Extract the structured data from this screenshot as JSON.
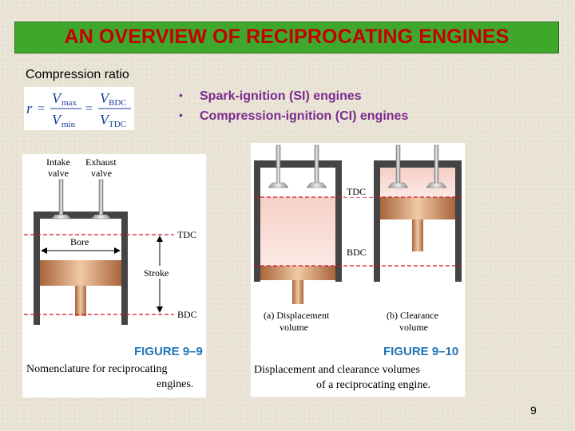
{
  "slide": {
    "title": "AN OVERVIEW OF RECIPROCATING ENGINES",
    "subhead": "Compression ratio",
    "page_number": "9",
    "colors": {
      "title_bg": "#3fa82c",
      "title_text": "#c40000",
      "bullet_text": "#7d2a8e"
    }
  },
  "formula": {
    "lhs": "r",
    "eq": "=",
    "v": "V",
    "sub_max": "max",
    "sub_min": "min",
    "sub_bdc": "BDC",
    "sub_tdc": "TDC"
  },
  "bullets": [
    "Spark-ignition (SI) engines",
    "Compression-ignition (CI) engines"
  ],
  "figure1": {
    "intake_line1": "Intake",
    "intake_line2": "valve",
    "exhaust_line1": "Exhaust",
    "exhaust_line2": "valve",
    "tdc": "TDC",
    "bore": "Bore",
    "stroke": "Stroke",
    "bdc": "BDC",
    "caption_num": "FIGURE 9–9",
    "caption_line1": "Nomenclature for reciprocating",
    "caption_line2": "engines."
  },
  "figure2": {
    "tdc": "TDC",
    "bdc": "BDC",
    "label_a_line1": "(a) Displacement",
    "label_a_line2": "volume",
    "label_b_line1": "(b) Clearance",
    "label_b_line2": "volume",
    "caption_num": "FIGURE 9–10",
    "caption_line1": "Displacement and clearance volumes",
    "caption_line2": "of a reciprocating engine."
  }
}
